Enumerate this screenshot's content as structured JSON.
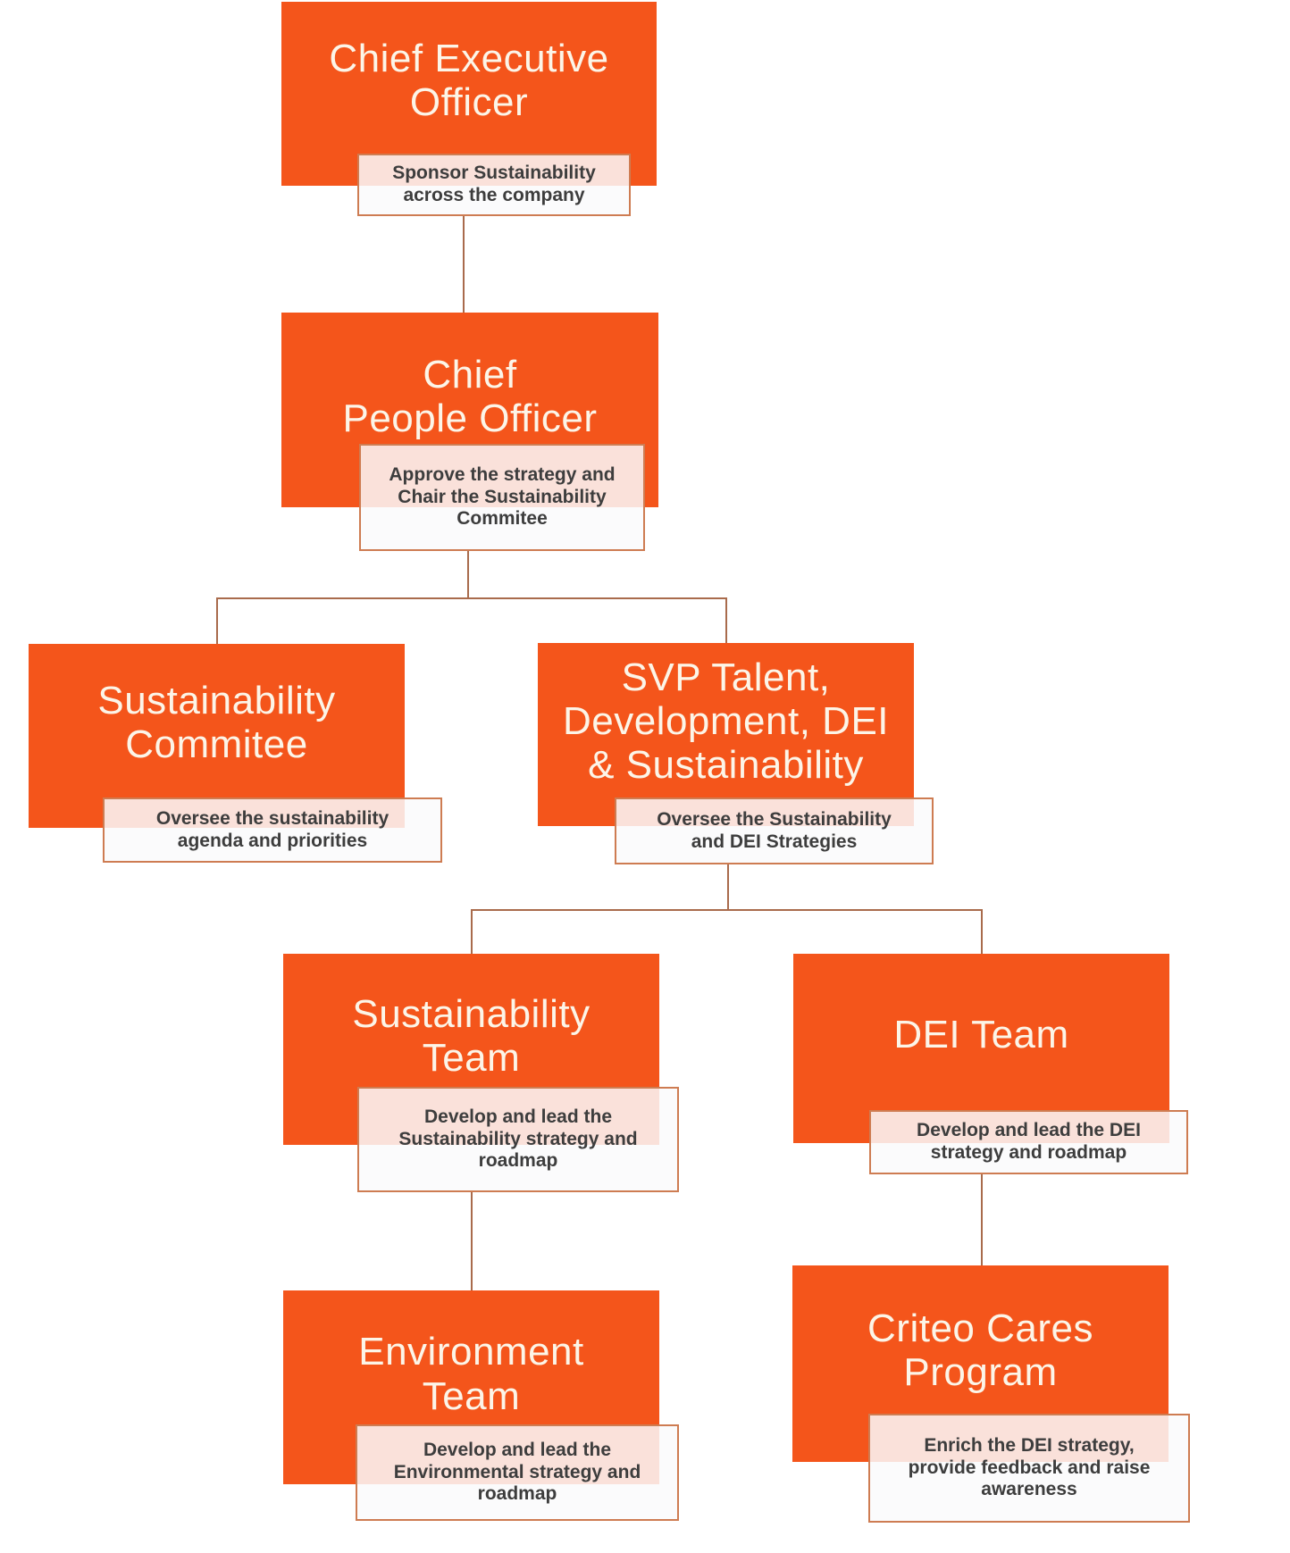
{
  "diagram": {
    "type": "org-chart",
    "theme": {
      "box_fill": "#F4551B",
      "box_text": "#FCF5E8",
      "note_background": "#FAFAFB",
      "note_border": "#CE7C52",
      "note_text": "#3D3D3D",
      "connector": "#A96B4C"
    },
    "nodes": [
      {
        "id": "ceo",
        "parent": null,
        "title": "Chief Executive\nOfficer",
        "note": "Sponsor Sustainability\nacross the company"
      },
      {
        "id": "chief-people-officer",
        "parent": "ceo",
        "title": "Chief\nPeople Officer",
        "note": "Approve the strategy and\nChair the Sustainability\nCommitee"
      },
      {
        "id": "sustainability-commitee",
        "parent": "chief-people-officer",
        "title": "Sustainability\nCommitee",
        "note": "Oversee the sustainability\nagenda and priorities"
      },
      {
        "id": "svp-talent-development-dei-sustainability",
        "parent": "chief-people-officer",
        "title": "SVP Talent,\nDevelopment, DEI\n& Sustainability",
        "note": "Oversee the Sustainability\nand DEI Strategies"
      },
      {
        "id": "sustainability-team",
        "parent": "svp-talent-development-dei-sustainability",
        "title": "Sustainability\nTeam",
        "note": "Develop and lead the\nSustainability strategy and\nroadmap"
      },
      {
        "id": "dei-team",
        "parent": "svp-talent-development-dei-sustainability",
        "title": "DEI Team",
        "note": "Develop and lead the DEI\nstrategy and roadmap"
      },
      {
        "id": "environment-team",
        "parent": "sustainability-team",
        "title": "Environment\nTeam",
        "note": "Develop and lead the\nEnvironmental strategy and\nroadmap"
      },
      {
        "id": "criteo-cares-program",
        "parent": "dei-team",
        "title": "Criteo Cares\nProgram",
        "note": "Enrich the DEI strategy,\nprovide feedback and raise\nawareness"
      }
    ]
  }
}
